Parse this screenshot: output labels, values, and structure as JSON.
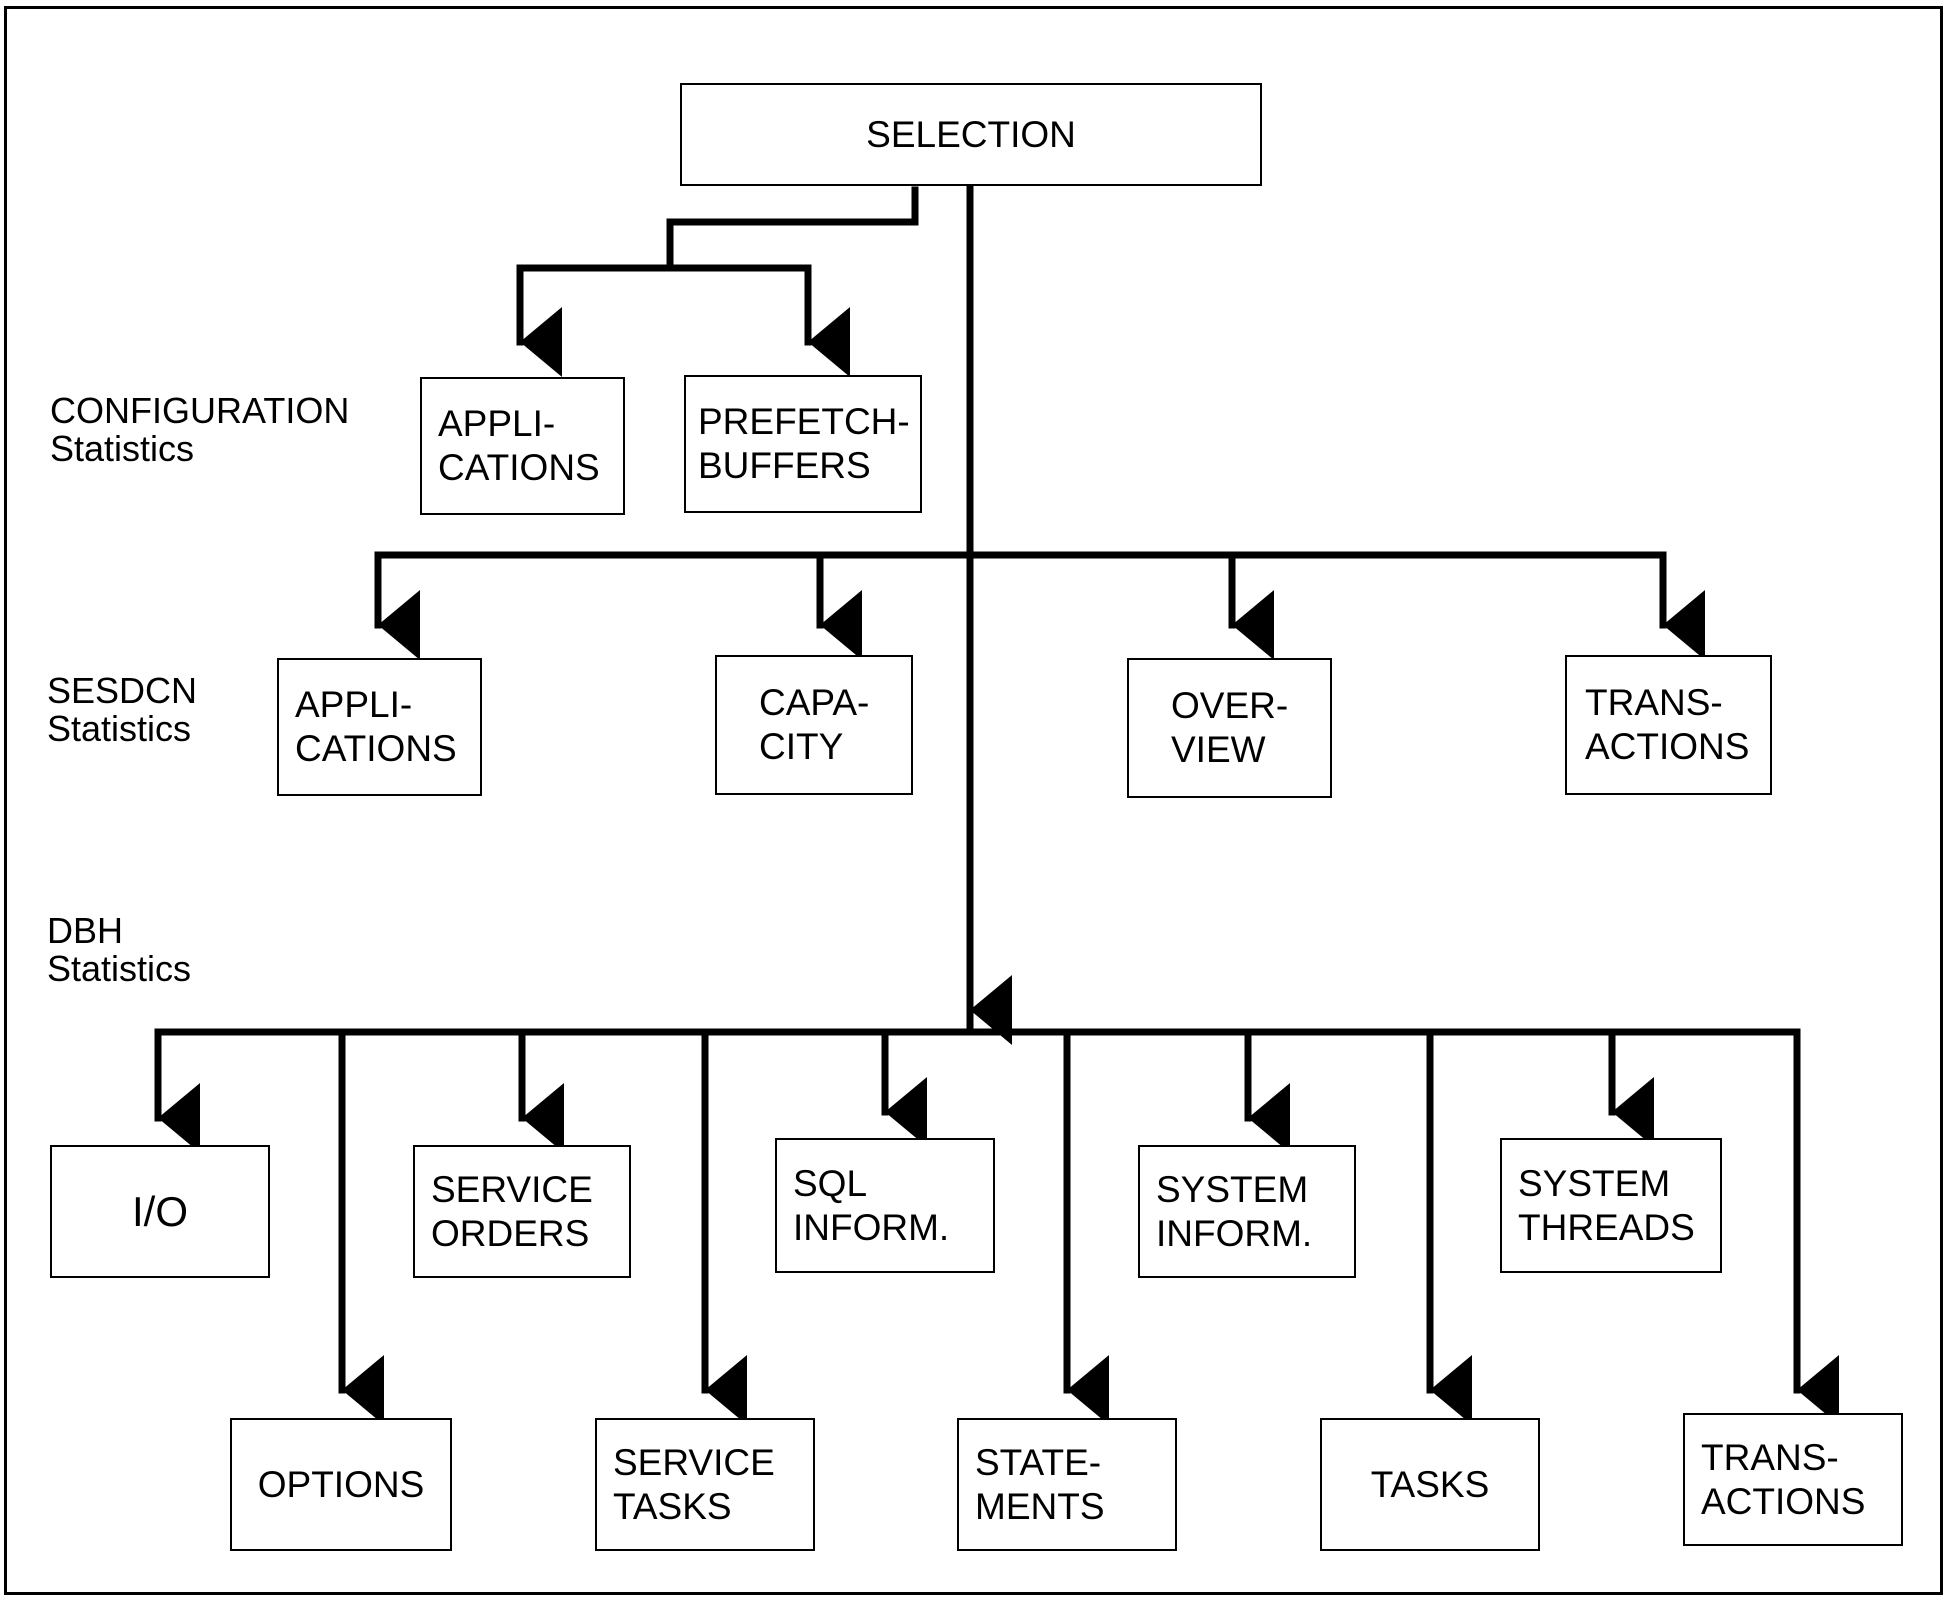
{
  "root": "SELECTION",
  "groups": {
    "configuration": "CONFIGURATION\nStatistics",
    "sesdcn": "SESDCN\nStatistics",
    "dbh": "DBH\nStatistics"
  },
  "configuration_boxes": {
    "applications": "APPLI-\nCATIONS",
    "prefetch_buffers": "PREFETCH-\nBUFFERS"
  },
  "sesdcn_boxes": {
    "applications": "APPLI-\nCATIONS",
    "capacity": "CAPA-\nCITY",
    "overview": "OVER-\nVIEW",
    "transactions": "TRANS-\nACTIONS"
  },
  "dbh_boxes": {
    "io": "I/O",
    "options": "OPTIONS",
    "service_orders": "SERVICE\nORDERS",
    "service_tasks": "SERVICE\nTASKS",
    "sql_inform": "SQL\nINFORM.",
    "statements": "STATE-\nMENTS",
    "system_inform": "SYSTEM\nINFORM.",
    "tasks": "TASKS",
    "system_threads": "SYSTEM\nTHREADS",
    "transactions": "TRANS-\nACTIONS"
  }
}
